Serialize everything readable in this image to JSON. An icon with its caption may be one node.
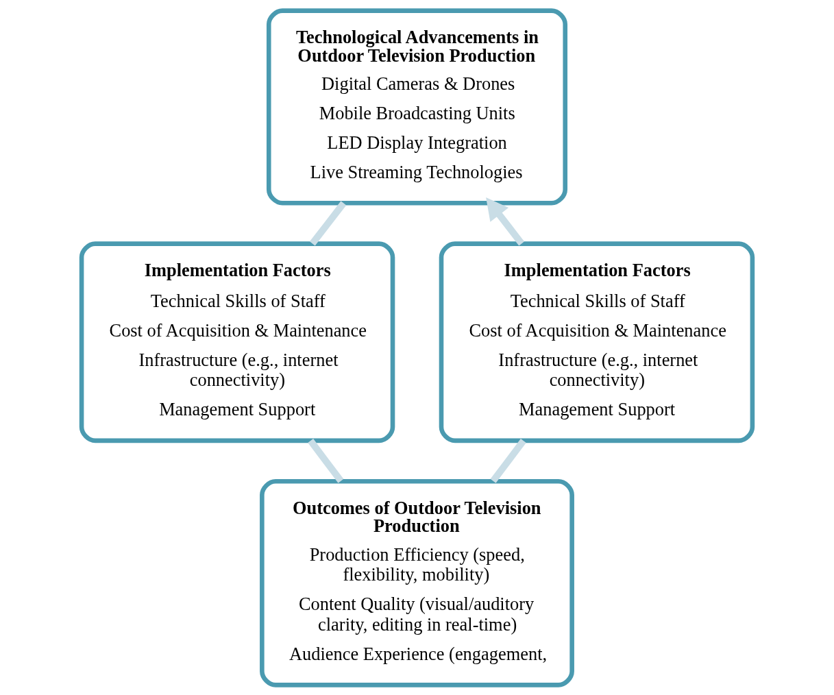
{
  "diagram": {
    "nodes": [
      {
        "text": [
          "Technological Advancements in Outdoor Television Production",
          "Digital Cameras & Drones",
          "Mobile Broadcasting Units",
          "LED Display Integration",
          "Live Streaming Technologies"
        ]
      },
      {
        "text": [
          "Implementation Factors",
          "Technical Skills of Staff",
          "Cost of Acquisition & Maintenance",
          "Infrastructure (e.g., internet connectivity)",
          "Management Support"
        ]
      },
      {
        "text": [
          "Implementation Factors",
          "Technical Skills of Staff",
          "Cost of Acquisition & Maintenance",
          "Infrastructure (e.g., internet connectivity)",
          "Management Support"
        ]
      },
      {
        "text": [
          "Outcomes of Outdoor Television Production",
          "Production Efficiency (speed, flexibility, mobility)",
          "Content Quality (visual/auditory clarity, editing in real-time)",
          "Audience Experience (engagement,"
        ]
      }
    ],
    "edges": [
      {
        "from": 0,
        "to": 2,
        "arrow": "none"
      },
      {
        "from": 2,
        "to": 3,
        "arrow": "none"
      },
      {
        "from": 3,
        "to": 1,
        "arrow": "none"
      },
      {
        "from": 1,
        "to": 0,
        "arrow": "to"
      }
    ]
  }
}
